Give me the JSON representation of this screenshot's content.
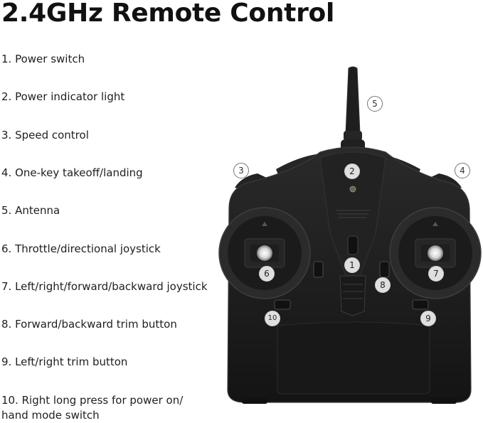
{
  "title": "2.4GHz Remote Control",
  "features": [
    "1. Power switch",
    "2. Power indicator light",
    "3. Speed control",
    "4. One-key takeoff/landing",
    "5. Antenna",
    "6. Throttle/directional joystick",
    "7. Left/right/forward/backward joystick",
    "8. Forward/backward trim button",
    "9. Left/right trim button",
    "10. Right long press for power on/",
    "hand mode switch"
  ],
  "callouts": [
    "1",
    "2",
    "3",
    "4",
    "5",
    "6",
    "7",
    "8",
    "9",
    "10"
  ],
  "colors": {
    "body": "#1c1c1c",
    "edge": "#2e2e2e",
    "text": "#1f1f1f"
  }
}
